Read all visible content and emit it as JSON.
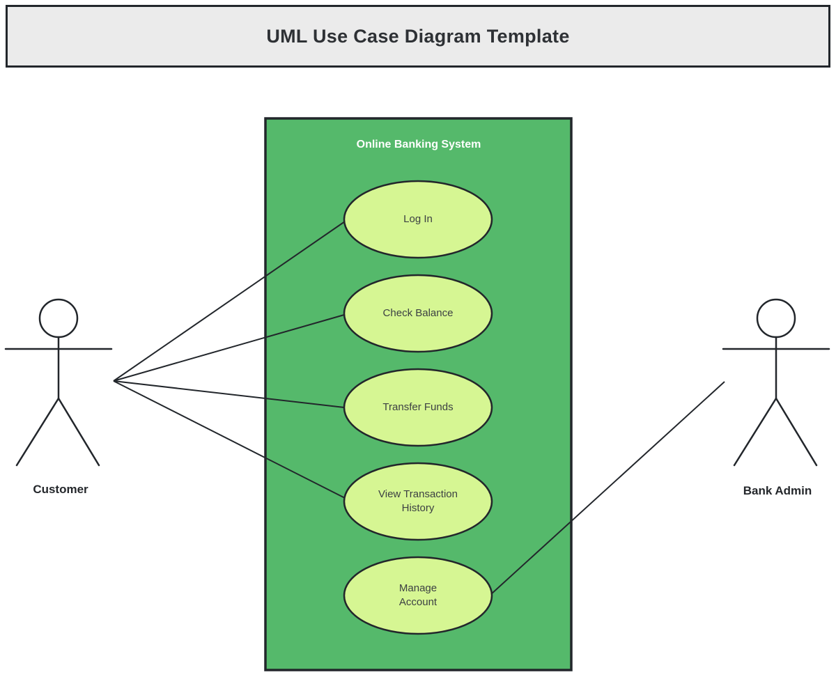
{
  "title": "UML Use Case Diagram Template",
  "system": {
    "label": "Online Banking System",
    "use_cases": [
      {
        "id": "log-in",
        "label": "Log In"
      },
      {
        "id": "check-balance",
        "label": "Check Balance"
      },
      {
        "id": "transfer-funds",
        "label": "Transfer Funds"
      },
      {
        "id": "view-transaction-history",
        "label": "View Transaction History"
      },
      {
        "id": "manage-account",
        "label": "Manage Account"
      }
    ]
  },
  "actors": [
    {
      "id": "customer",
      "label": "Customer"
    },
    {
      "id": "bank-admin",
      "label": "Bank Admin"
    }
  ],
  "associations": [
    {
      "from": "customer",
      "to": "log-in"
    },
    {
      "from": "customer",
      "to": "check-balance"
    },
    {
      "from": "customer",
      "to": "transfer-funds"
    },
    {
      "from": "customer",
      "to": "view-transaction-history"
    },
    {
      "from": "bank-admin",
      "to": "manage-account"
    }
  ],
  "colors": {
    "page_bg": "#ffffff",
    "title_box_fill": "#ebebeb",
    "title_text": "#2e3135",
    "system_fill": "#55b96b",
    "system_label_text": "#ffffff",
    "use_case_fill": "#d6f693",
    "use_case_text": "#3c4043",
    "stroke": "#22262b",
    "actor_text": "#24272b"
  }
}
